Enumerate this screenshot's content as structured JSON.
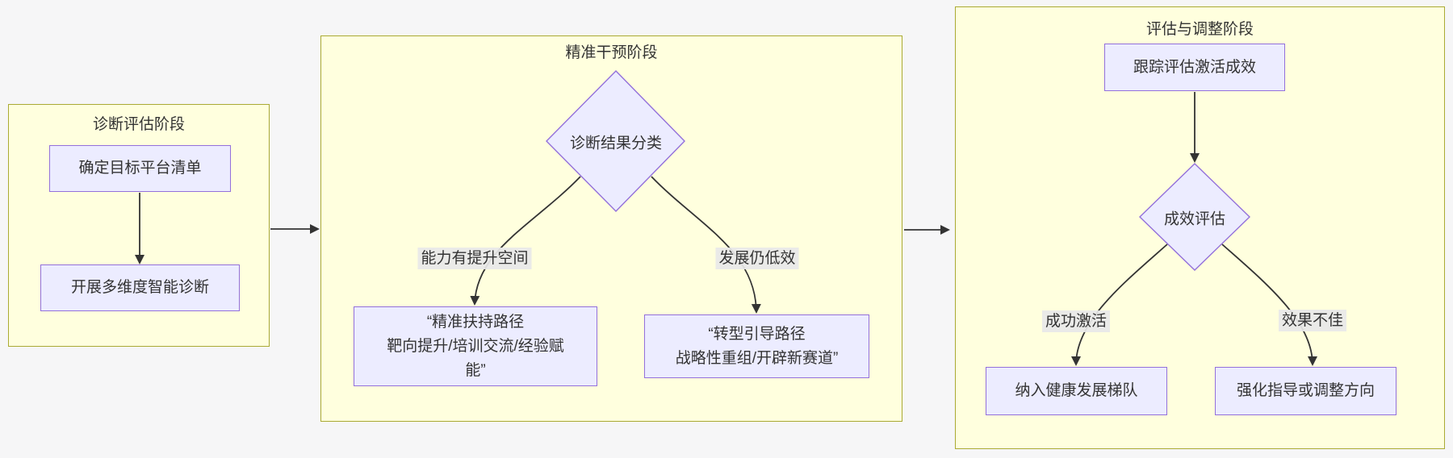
{
  "diagram": {
    "type": "flowchart",
    "colors": {
      "page_background": "#f6f6f7",
      "cluster_fill": "#ffffde",
      "cluster_border": "#aaaa33",
      "node_fill": "#ececff",
      "node_border": "#9370db",
      "edge_label_background": "#e8e8e8",
      "text": "#333333",
      "arrow": "#333333"
    },
    "clusters": {
      "stage1": {
        "title": "诊断评估阶段"
      },
      "stage2": {
        "title": "精准干预阶段"
      },
      "stage3": {
        "title": "评估与调整阶段"
      }
    },
    "nodes": {
      "target_list": {
        "label": "确定目标平台清单"
      },
      "multi_diagnosis": {
        "label": "开展多维度智能诊断"
      },
      "classify_decision": {
        "label": "诊断结果分类"
      },
      "support_path": {
        "line1": "“精准扶持路径",
        "line2": "靶向提升/培训交流/经验赋",
        "line3": "能”"
      },
      "transform_path": {
        "line1": "“转型引导路径",
        "line2": "战略性重组/开辟新赛道”"
      },
      "track_eval": {
        "label": "跟踪评估激活成效"
      },
      "effect_decision": {
        "label": "成效评估"
      },
      "healthy_tier": {
        "label": "纳入健康发展梯队"
      },
      "adjust_direction": {
        "label": "强化指导或调整方向"
      }
    },
    "edge_labels": {
      "improve_space": "能力有提升空间",
      "still_inefficient": "发展仍低效",
      "activated": "成功激活",
      "poor_effect": "效果不佳"
    }
  }
}
